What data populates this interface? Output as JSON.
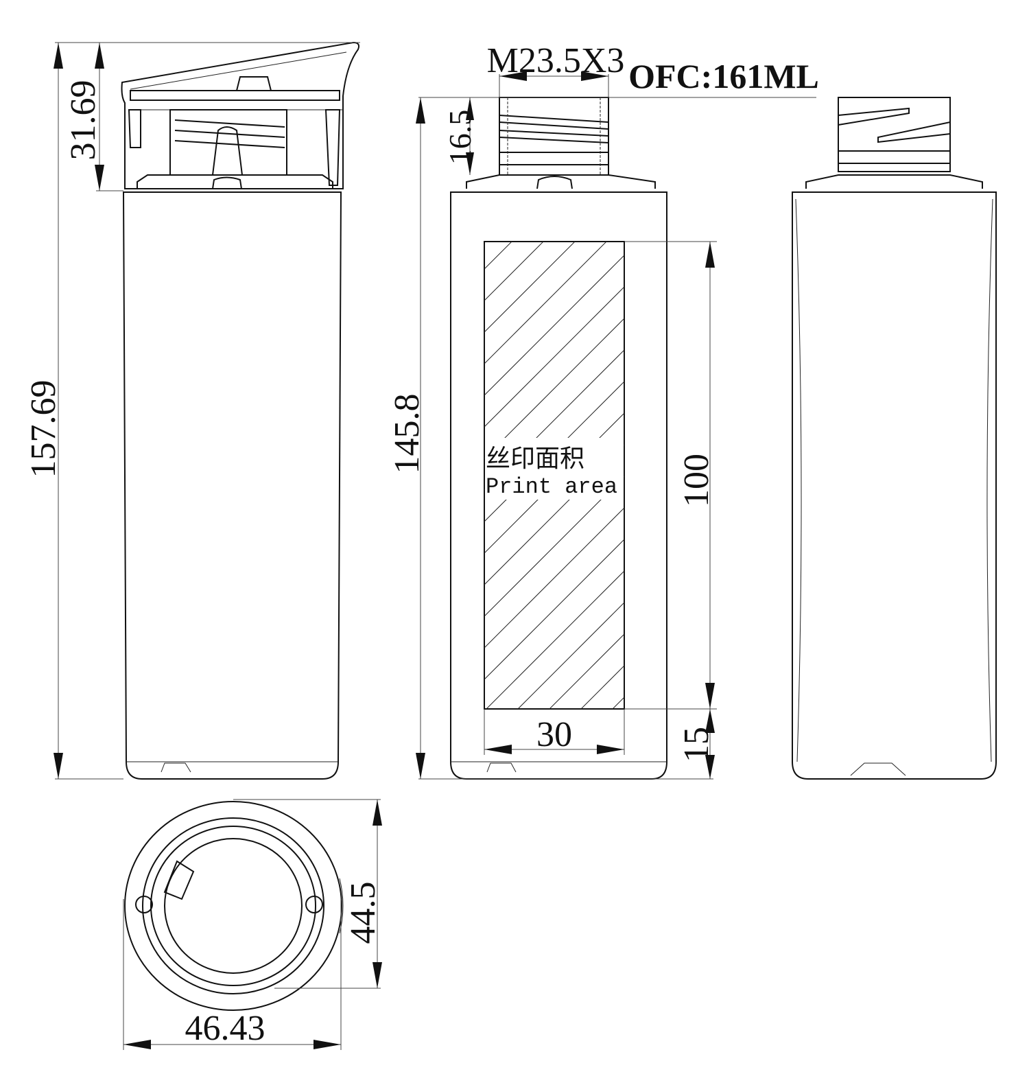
{
  "drawing": {
    "capacity_label": "OFC:161ML",
    "thread_spec": "M23.5X3",
    "dimensions": {
      "total_height_with_cap": "157.69",
      "cap_height": "31.69",
      "bottle_height": "145.8",
      "neck_height": "16.5",
      "print_area_height": "100",
      "print_area_width": "30",
      "print_area_bottom_offset": "15",
      "bottle_depth": "44.5",
      "bottle_width": "46.43"
    },
    "print_area": {
      "label_cn": "丝印面积",
      "label_en": "Print area"
    }
  }
}
